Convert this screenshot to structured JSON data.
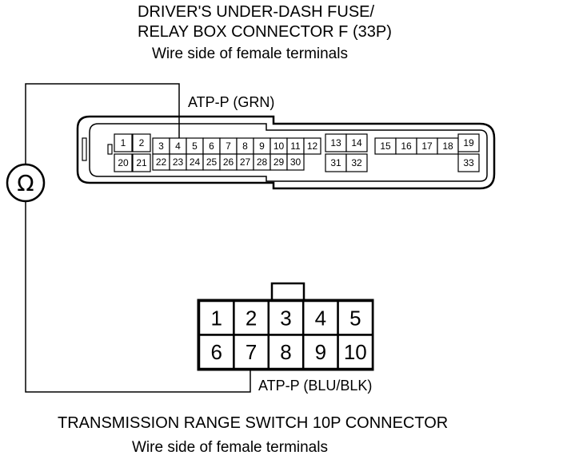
{
  "top_connector": {
    "title_line1": "DRIVER'S UNDER-DASH FUSE/",
    "title_line2": "RELAY BOX CONNECTOR F (33P)",
    "subtitle": "Wire side of female terminals",
    "wire_label": "ATP-P (GRN)",
    "pins": [
      "1",
      "2",
      "3",
      "4",
      "5",
      "6",
      "7",
      "8",
      "9",
      "10",
      "11",
      "12",
      "13",
      "14",
      "15",
      "16",
      "17",
      "18",
      "19",
      "20",
      "21",
      "22",
      "23",
      "24",
      "25",
      "26",
      "27",
      "28",
      "29",
      "30",
      "31",
      "32",
      "33"
    ]
  },
  "meter": {
    "symbol": "Ω"
  },
  "bottom_connector": {
    "title": "TRANSMISSION RANGE SWITCH 10P CONNECTOR",
    "subtitle": "Wire side of female terminals",
    "wire_label": "ATP-P (BLU/BLK)",
    "pins": [
      "1",
      "2",
      "3",
      "4",
      "5",
      "6",
      "7",
      "8",
      "9",
      "10"
    ]
  }
}
